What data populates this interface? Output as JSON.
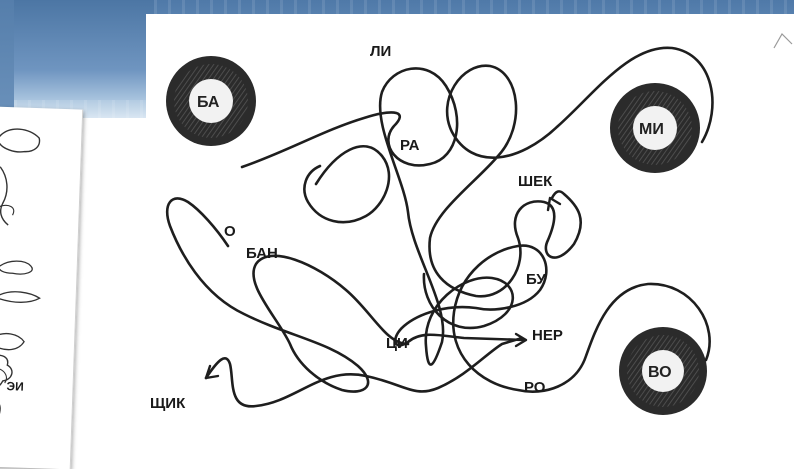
{
  "maze": {
    "balls": [
      {
        "label": "БА"
      },
      {
        "label": "МИ"
      },
      {
        "label": "ВО"
      }
    ],
    "syllables": [
      {
        "text": "ЛИ"
      },
      {
        "text": "РА"
      },
      {
        "text": "ШЕК"
      },
      {
        "text": "О"
      },
      {
        "text": "БАН"
      },
      {
        "text": "БУ"
      },
      {
        "text": "ЦИ"
      },
      {
        "text": "НЕР"
      },
      {
        "text": "ЩИК"
      },
      {
        "text": "РО"
      }
    ]
  },
  "side_card": {
    "fragment_text": "ЭИ"
  },
  "colors": {
    "header_blue": "#5f87b4",
    "ink": "#1a1a1a",
    "ball_fill": "#e9e9e9"
  }
}
